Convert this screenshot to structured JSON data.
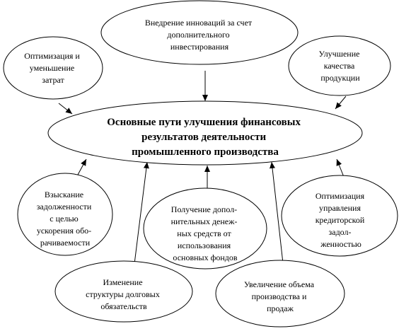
{
  "center": {
    "lines": [
      "Основные пути улучшения финансовых",
      "результатов деятельности",
      "промышленного производства"
    ]
  },
  "nodes": {
    "innovation": {
      "lines": [
        "Внедрение инноваций за счет",
        "дополнительного",
        "инвестирования"
      ]
    },
    "costs": {
      "lines": [
        "Оптимизация и",
        "уменьшение",
        "затрат"
      ]
    },
    "quality": {
      "lines": [
        "Улучшение",
        "качества",
        "продукции"
      ]
    },
    "receivables": {
      "lines": [
        "Взыскание",
        "задолженности",
        "с целью",
        "ускорения обо-",
        "рачиваемости"
      ]
    },
    "funds": {
      "lines": [
        "Получение допол-",
        "нительных денеж-",
        "ных средств от",
        "использования",
        "основных фондов"
      ]
    },
    "payables": {
      "lines": [
        "Оптимизация",
        "управления",
        "кредиторской",
        "задол-",
        "женностью"
      ]
    },
    "debt": {
      "lines": [
        "Изменение",
        "структуры долговых",
        "обязательств"
      ]
    },
    "volume": {
      "lines": [
        "Увеличение объема",
        "производства и",
        "продаж"
      ]
    }
  }
}
